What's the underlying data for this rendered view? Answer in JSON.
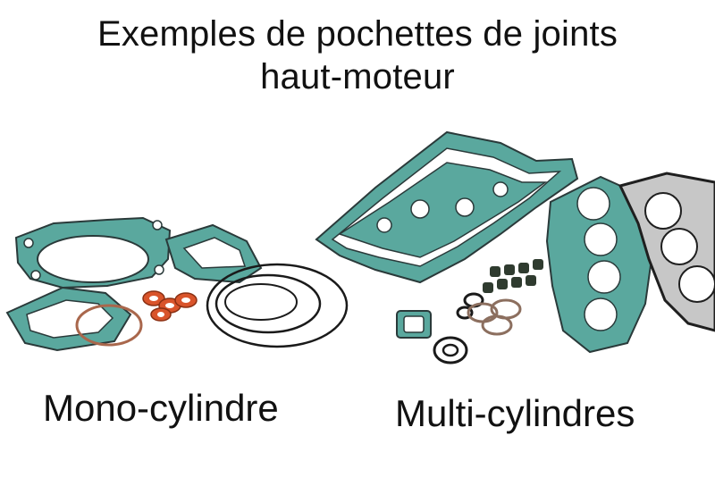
{
  "title": {
    "line1": "Exemples de pochettes de joints",
    "line2": "haut-moteur"
  },
  "labels": {
    "mono": "Mono-cylindre",
    "multi": "Multi-cylindres"
  },
  "colors": {
    "gasket_teal": "#4fa49a",
    "gasket_edge": "#2a3a3a",
    "head_gasket_grey": "#c7c7c7",
    "seal_orange": "#d9542b",
    "oring_black": "#1a1a1a"
  }
}
